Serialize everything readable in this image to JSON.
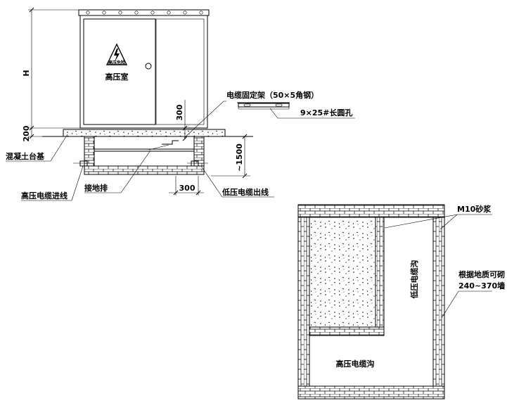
{
  "labels": {
    "height_dim": "H",
    "base_height_dim": "200",
    "cabinet_room": "高压室",
    "warning_sign_text": "高压危险",
    "cable_bracket": "电缆固定架（50×5角钢）",
    "bracket_hole": "9×25#长圆孔",
    "bracket_dim": "300",
    "concrete_base": "混凝土台基",
    "trench_depth": "~1500",
    "hv_cable_in": "高压电缆进线",
    "ground_bar": "接地排",
    "width_dim": "300",
    "lv_cable_out": "低压电缆出线",
    "mortar": "M10砂浆",
    "lv_trench": "低压电缆沟",
    "wall_note_1": "根据地质可砌",
    "wall_note_2": "240~370墙",
    "hv_trench": "高压电缆沟"
  }
}
